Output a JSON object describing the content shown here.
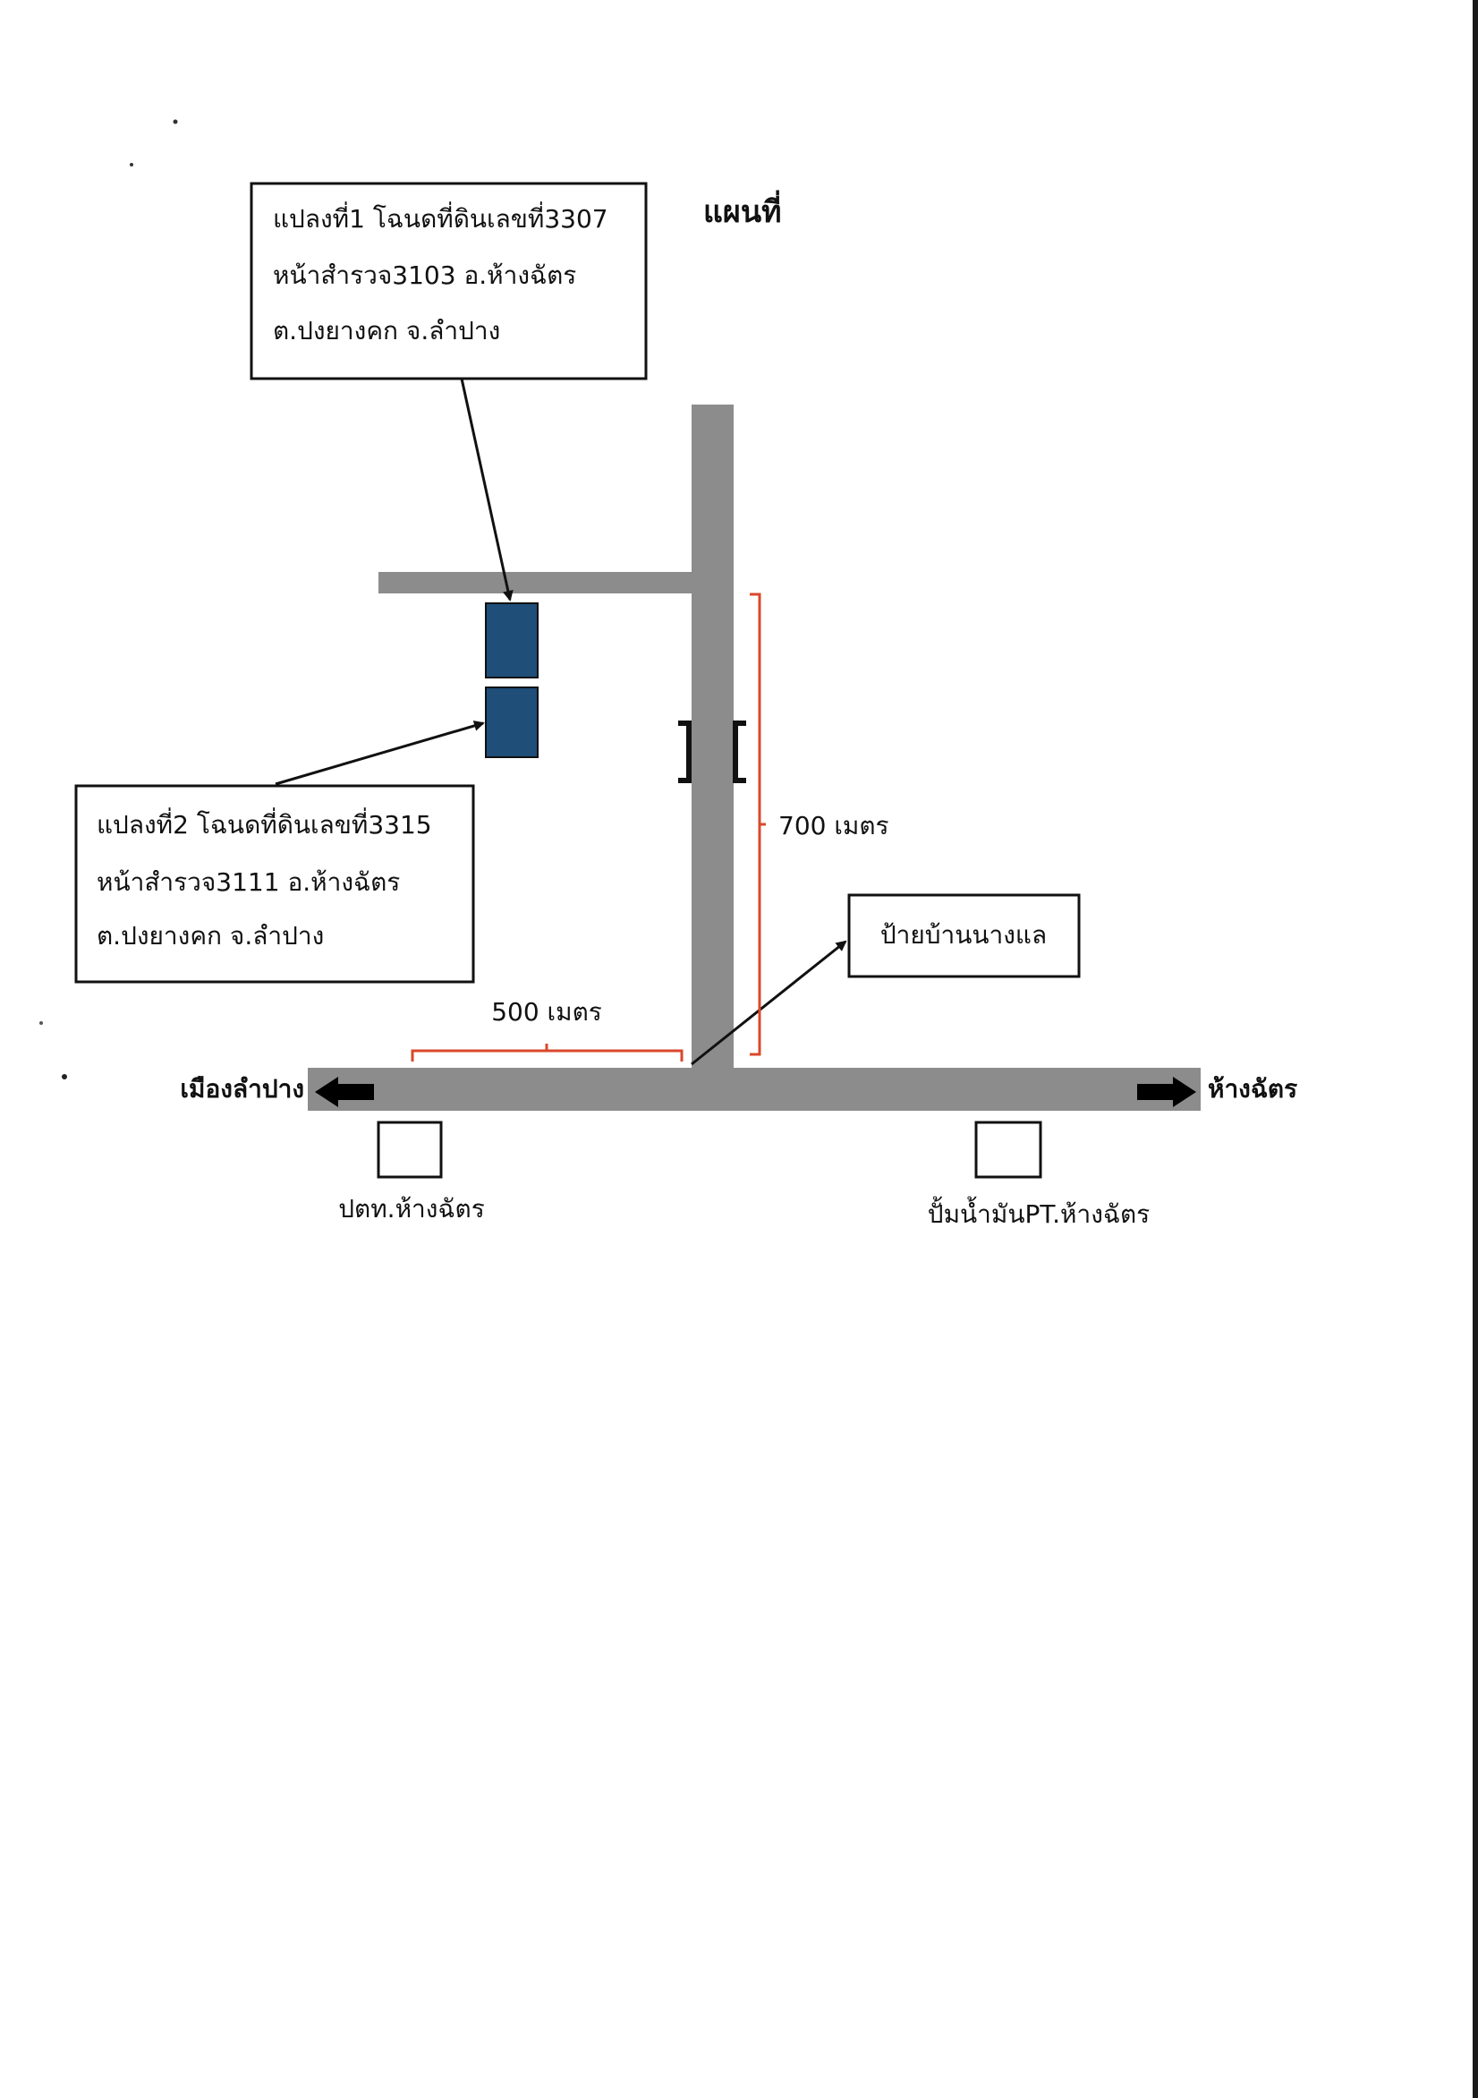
{
  "title": "แผนที่",
  "parcels": [
    {
      "lines": [
        "แปลงที่1 โฉนดที่ดินเลขที่3307",
        "หน้าสำรวจ3103 อ.ห้างฉัตร",
        "ต.ปงยางคก จ.ลำปาง"
      ]
    },
    {
      "lines": [
        "แปลงที่2 โฉนดที่ดินเลขที่3315",
        "หน้าสำรวจ3111 อ.ห้างฉัตร",
        "ต.ปงยางคก จ.ลำปาง"
      ]
    }
  ],
  "landmark_sign": "ป้ายบ้านนางแล",
  "distances": {
    "vertical": "700 เมตร",
    "horizontal": "500 เมตร"
  },
  "directions": {
    "left": "เมืองลำปาง",
    "right": "ห้างฉัตร"
  },
  "places": {
    "left": "ปตท.ห้างฉัตร",
    "right": "ปั้มน้ำมันPT.ห้างฉัตร"
  },
  "colors": {
    "road": "#8c8c8c",
    "parcel": "#1f4e79",
    "distance_bracket": "#d9482b",
    "text": "#111111"
  }
}
